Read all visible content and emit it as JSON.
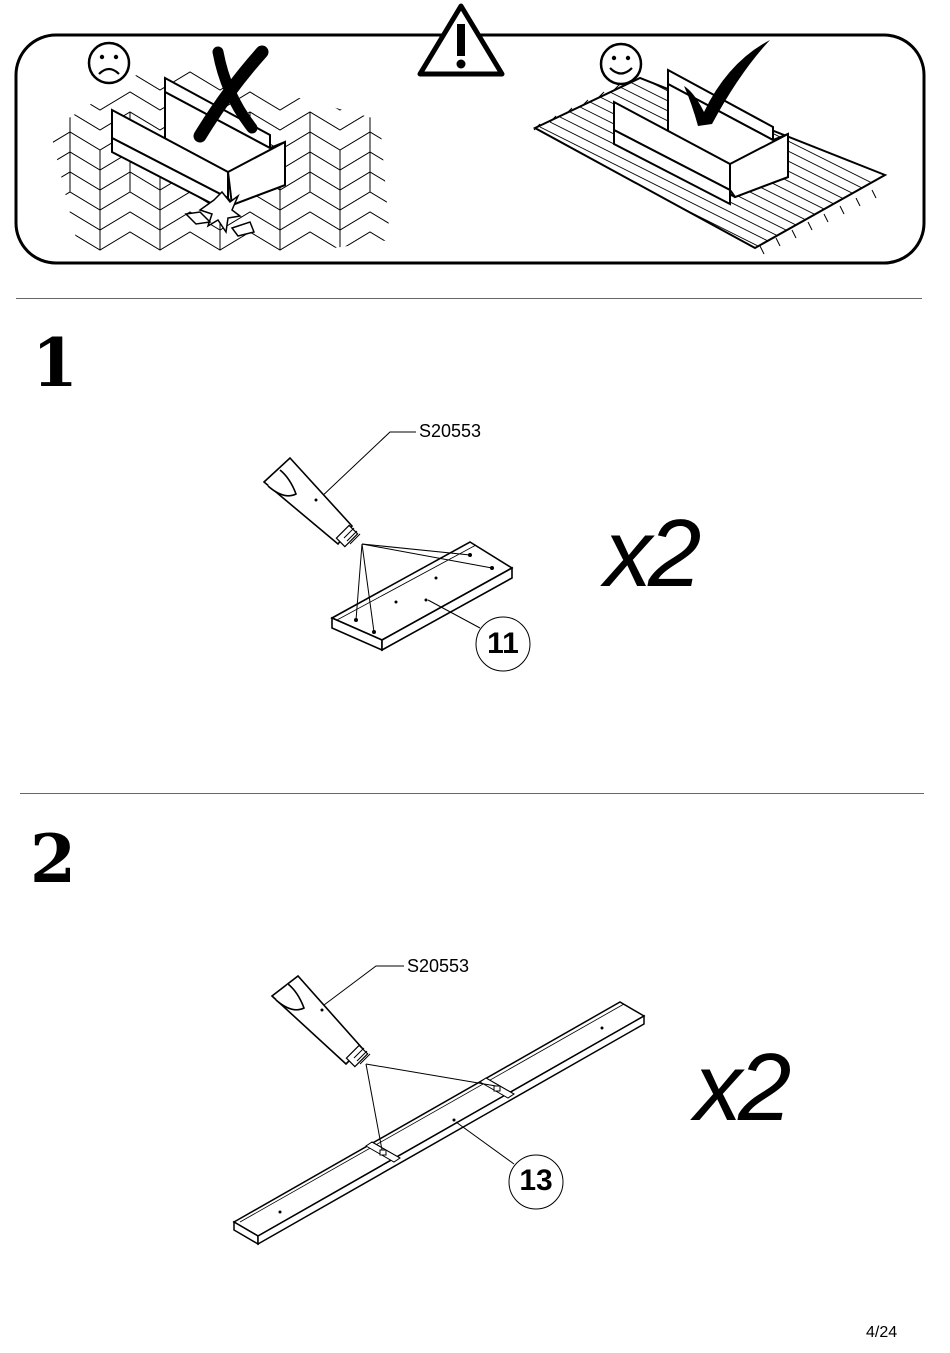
{
  "warning": {
    "icons": [
      "warning-triangle-icon",
      "sad-face-icon",
      "happy-face-icon",
      "cross-mark-icon",
      "check-mark-icon"
    ],
    "bad_surface": "hard floor",
    "good_surface": "rug"
  },
  "steps": [
    {
      "number": "1",
      "glue_code": "S20553",
      "part_number": "11",
      "quantity": "x2"
    },
    {
      "number": "2",
      "glue_code": "S20553",
      "part_number": "13",
      "quantity": "x2"
    }
  ],
  "page": "4/24"
}
